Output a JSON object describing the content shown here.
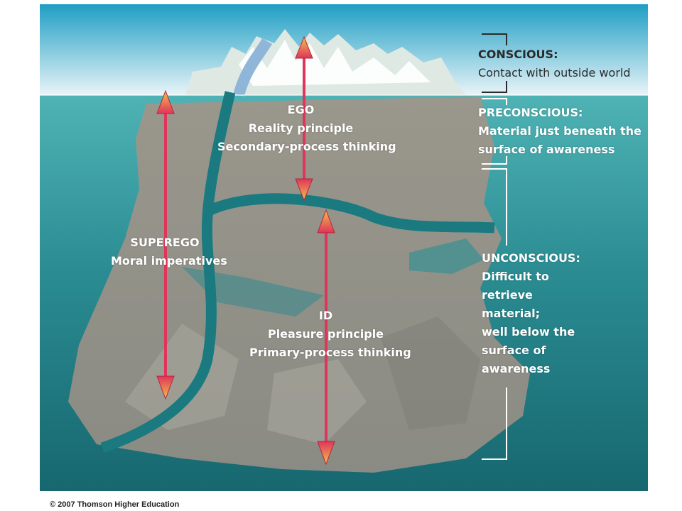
{
  "labels": {
    "conscious": {
      "title": "CONSCIOUS:",
      "desc": "Contact with outside world"
    },
    "preconscious": {
      "title": "PRECONSCIOUS:",
      "lines": [
        "Material just beneath the",
        "surface of awareness"
      ]
    },
    "unconscious": {
      "title": "UNCONSCIOUS:",
      "lines": [
        "Difficult to",
        "retrieve",
        "material;",
        "well below the",
        "surface of",
        "awareness"
      ]
    },
    "ego": {
      "title": "EGO",
      "lines": [
        "Reality principle",
        "Secondary-process thinking"
      ]
    },
    "superego": {
      "title": "SUPEREGO",
      "lines": [
        "Moral imperatives"
      ]
    },
    "id": {
      "title": "ID",
      "lines": [
        "Pleasure principle",
        "Primary-process thinking"
      ]
    }
  },
  "copyright": "© 2007 Thomson Higher Education",
  "colors": {
    "sky_top": "#1f9ec4",
    "sky_bottom": "#e8f4f8",
    "water_top": "#4fb3b5",
    "water_bottom": "#1a6f78",
    "iceberg_above": "#dfe9e3",
    "iceberg_below": "#8f8e86",
    "channel": "#1a7a80",
    "arrow": "#e0355a",
    "arrow_tip": "#f2c24a"
  }
}
